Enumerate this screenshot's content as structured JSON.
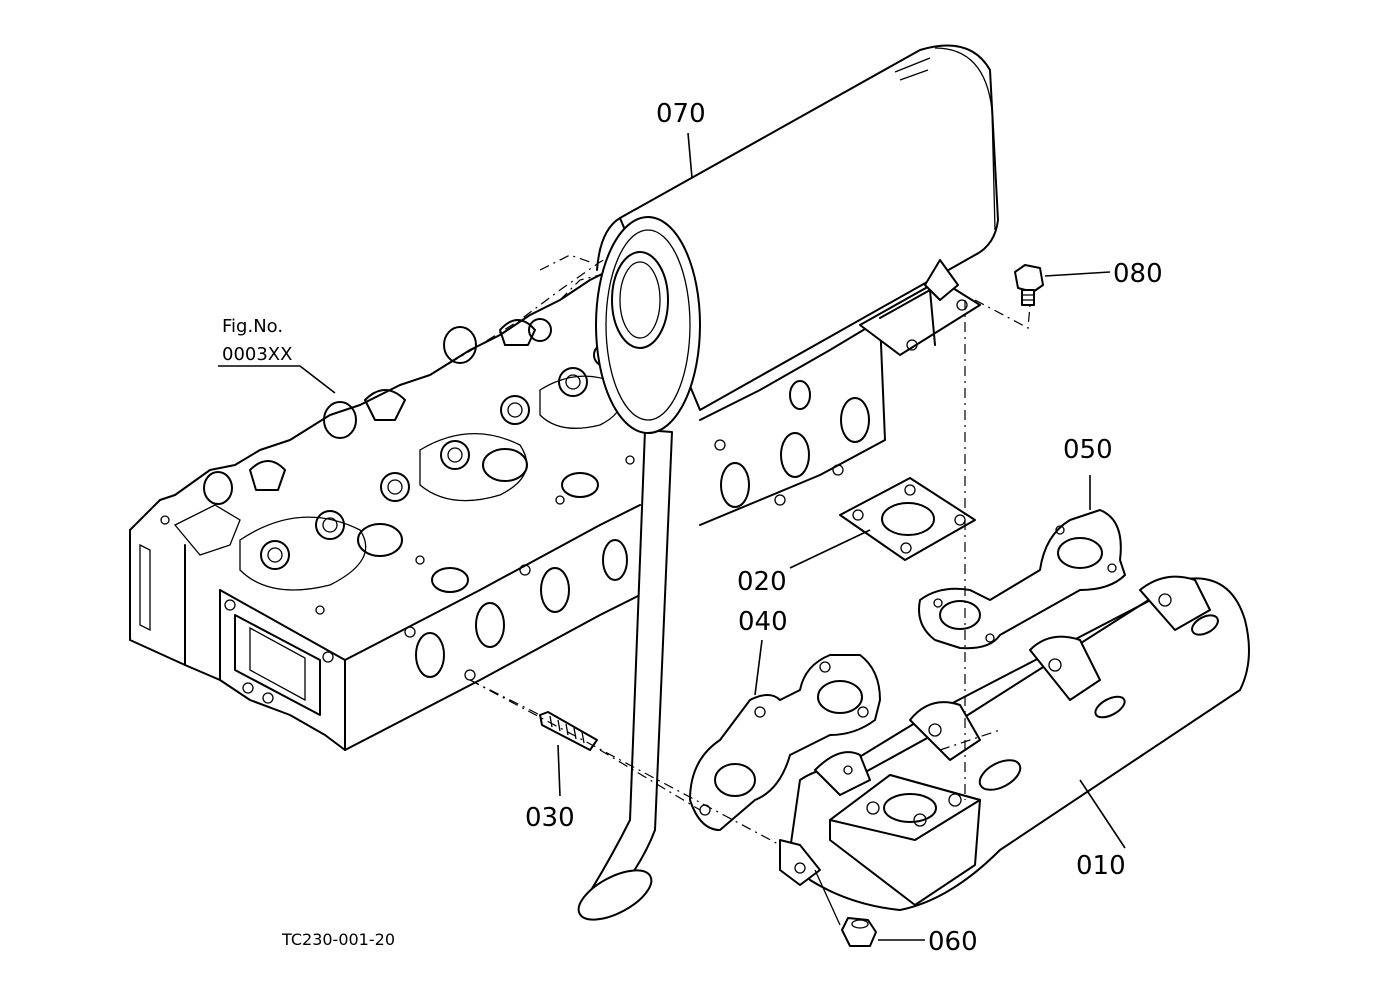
{
  "callouts": {
    "p010": "010",
    "p020": "020",
    "p030": "030",
    "p040": "040",
    "p050": "050",
    "p060": "060",
    "p070": "070",
    "p080": "080"
  },
  "figure_ref": {
    "line1": "Fig.No.",
    "line2": "0003XX"
  },
  "drawing_code": "TC230-001-20"
}
